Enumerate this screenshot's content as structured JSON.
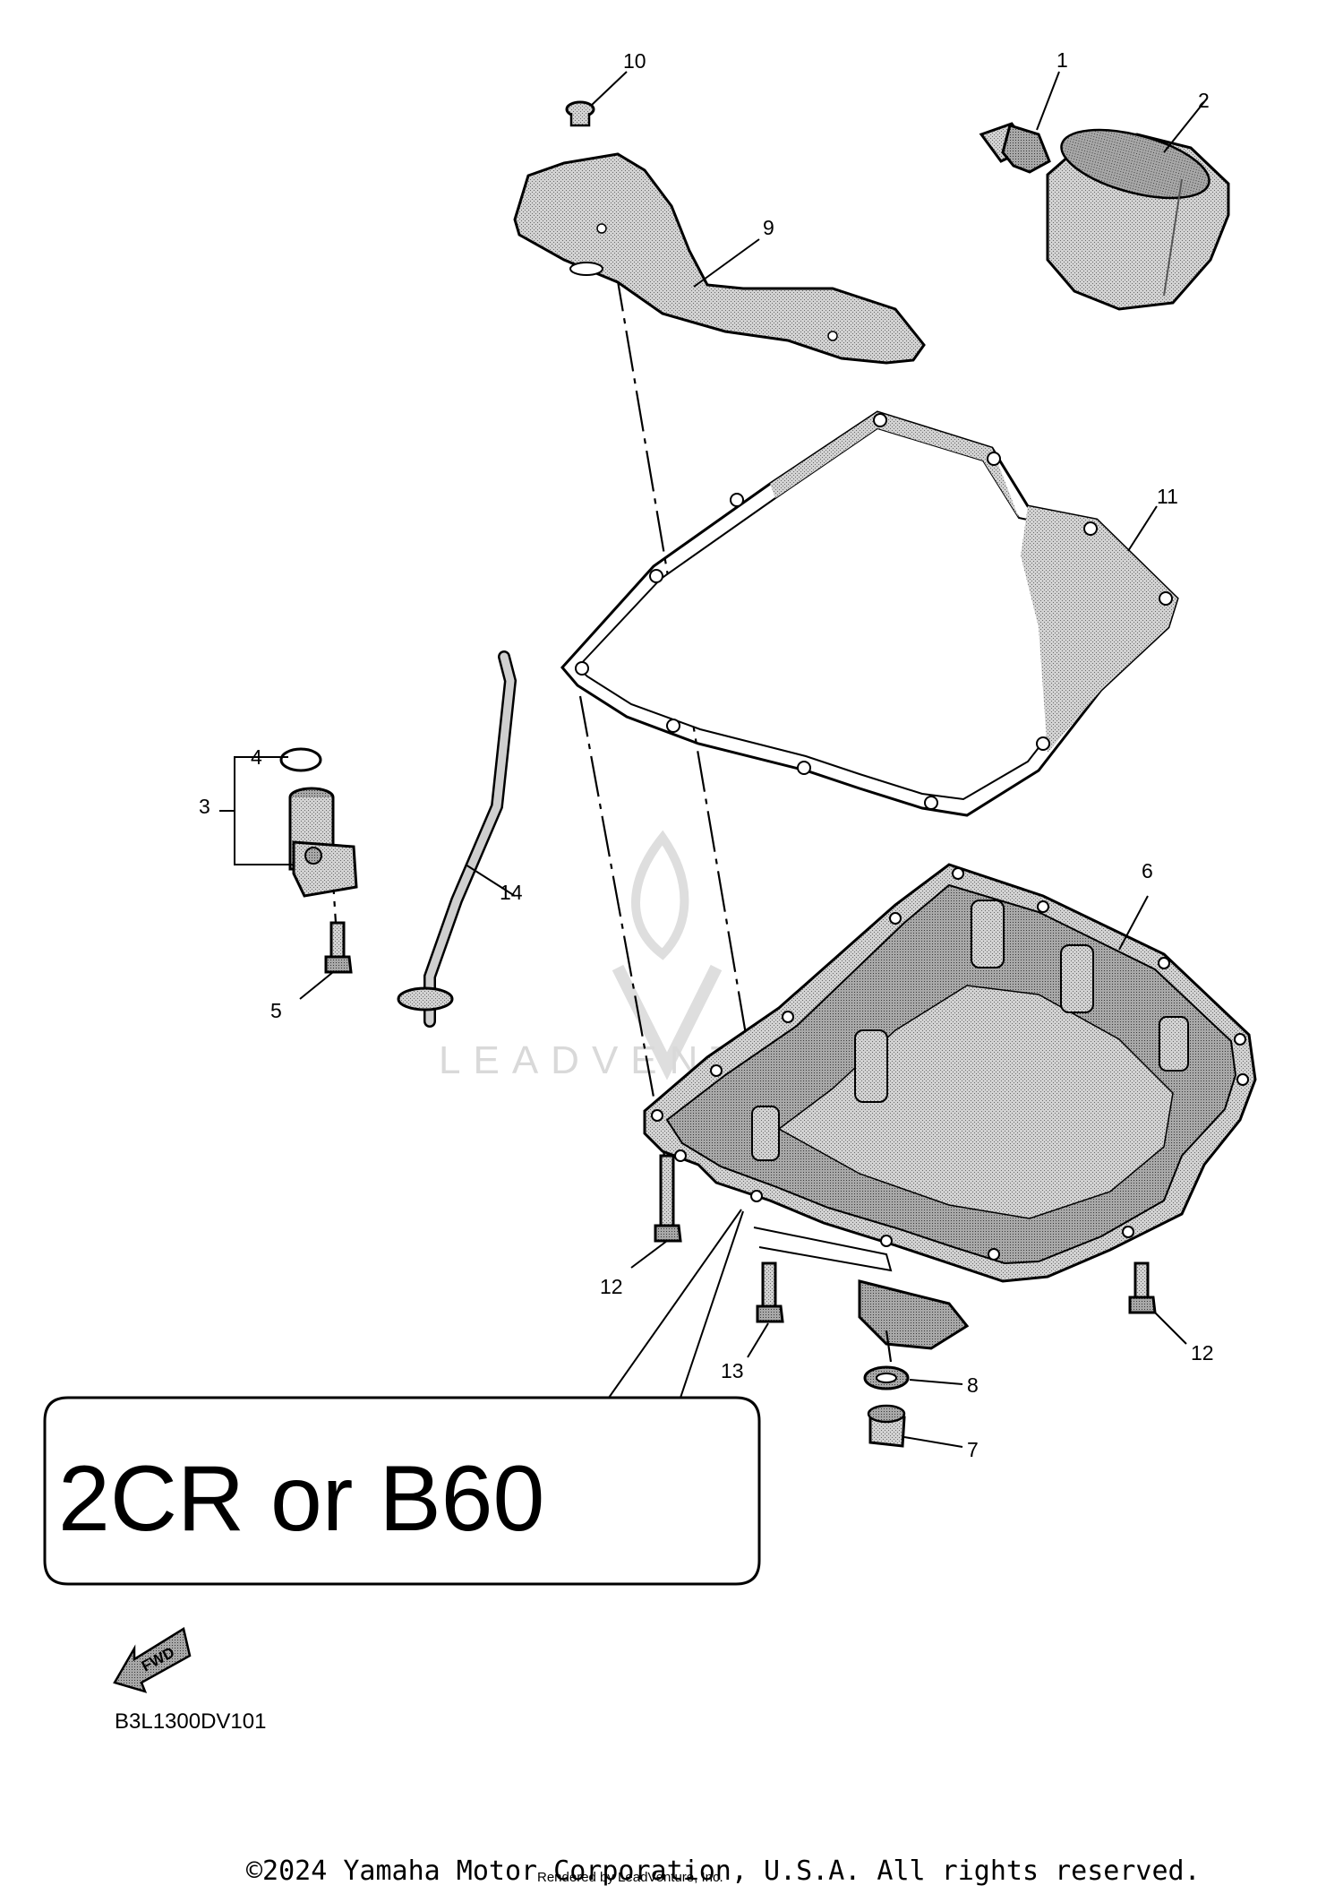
{
  "diagram": {
    "part_labels": {
      "p1": "1",
      "p2": "2",
      "p3": "3",
      "p4": "4",
      "p5": "5",
      "p6": "6",
      "p7": "7",
      "p8": "8",
      "p9": "9",
      "p10": "10",
      "p11": "11",
      "p12a": "12",
      "p12b": "12",
      "p13": "13",
      "p14": "14"
    },
    "callout_text": "2CR or B60",
    "fwd_label": "FWD",
    "diagram_code": "B3L1300DV101",
    "watermark_text": "LEADVENTURE",
    "copyright": "©2024 Yamaha Motor Corporation, U.S.A. All rights reserved.",
    "rendered_by": "Rendered by LeadVenture, Inc."
  },
  "colors": {
    "part_fill": "#c8c8c8",
    "dark_fill": "#9a9a9a",
    "light_fill": "#e2e2e2",
    "line": "#000000",
    "watermark": "#d9d9d9"
  }
}
